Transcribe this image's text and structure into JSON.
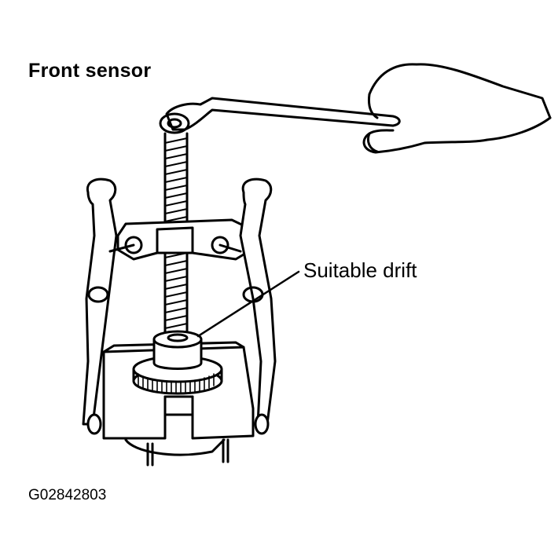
{
  "title": "Front sensor",
  "callout_label": "Suitable drift",
  "figure_id": "G02842803"
}
